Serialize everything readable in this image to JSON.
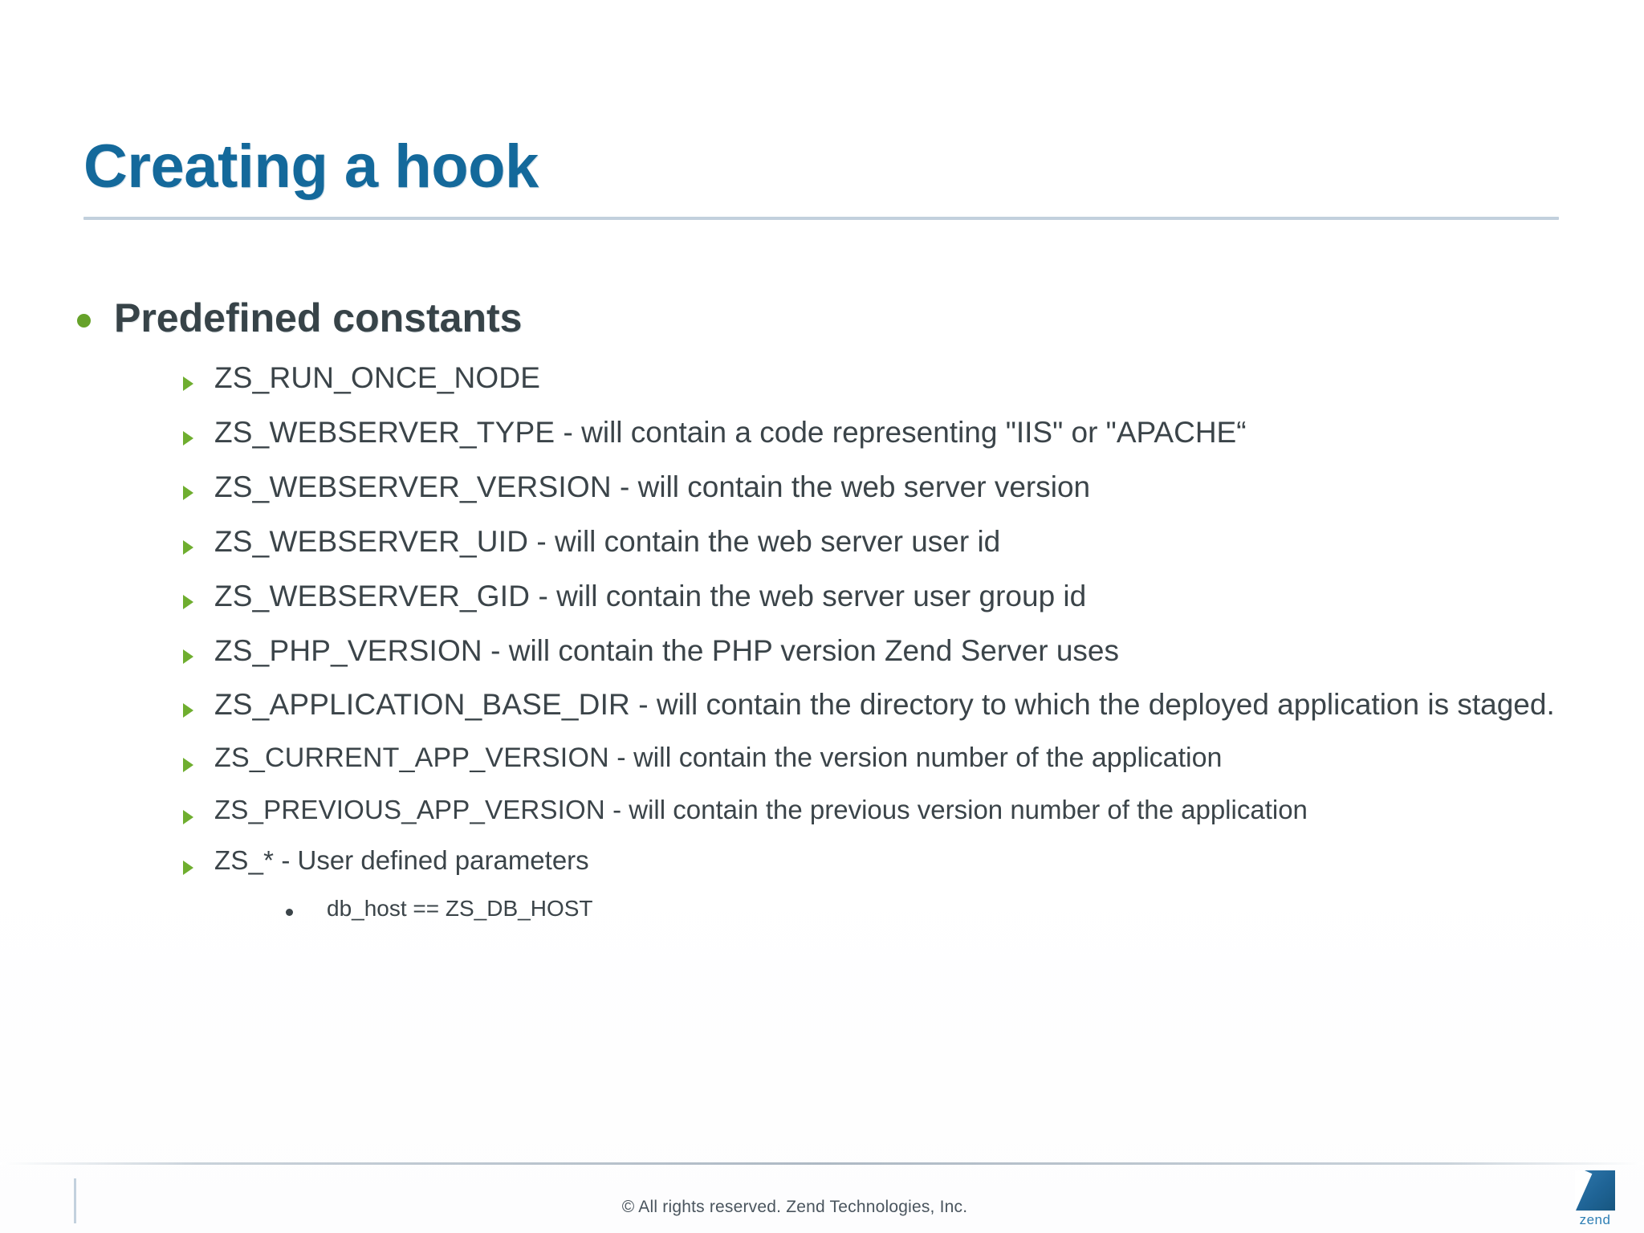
{
  "slide": {
    "title": "Creating a hook",
    "accent_color": "#14699b",
    "bullet_green": "#66a22a",
    "text_color": "#3b4449",
    "rule_color": "#c2d0dd"
  },
  "content": {
    "heading": "Predefined constants",
    "items": [
      {
        "code": "ZS_RUN_ONCE_NODE",
        "desc": ""
      },
      {
        "code": "ZS_WEBSERVER_TYPE",
        "desc": " - will contain a code representing \"IIS\" or \"APACHE“"
      },
      {
        "code": "ZS_WEBSERVER_VERSION",
        "desc": " - will contain the web server version"
      },
      {
        "code": "ZS_WEBSERVER_UID",
        "desc": " - will contain the web server user id"
      },
      {
        "code": "ZS_WEBSERVER_GID",
        "desc": " - will contain the web server user group id"
      },
      {
        "code": "ZS_PHP_VERSION",
        "desc": " - will contain the PHP version Zend Server uses"
      },
      {
        "code": "ZS_APPLICATION_BASE_DIR",
        "desc": " - will contain the directory to which the deployed application is staged."
      },
      {
        "code": "ZS_CURRENT_APP_VERSION",
        "desc": " - will contain the version number of the application"
      },
      {
        "code": "ZS_PREVIOUS_APP_VERSION",
        "desc": " - will contain the previous version number of the application"
      },
      {
        "code": "ZS_*",
        "desc": " - User defined parameters"
      }
    ],
    "subitem": "db_host == ZS_DB_HOST"
  },
  "footer": {
    "copyright": "© All rights reserved. Zend Technologies, Inc.",
    "logo_word": "zend"
  }
}
